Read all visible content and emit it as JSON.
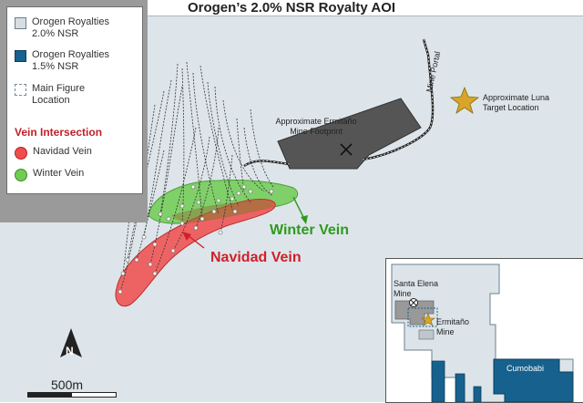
{
  "title": "Orogen’s 2.0% NSR Royalty AOI",
  "legend": {
    "items": [
      {
        "label": "Orogen Royalties 2.0% NSR",
        "icon": "light-grey-square"
      },
      {
        "label": "Orogen Royalties 1.5% NSR",
        "icon": "dark-blue-square"
      },
      {
        "label": "Main Figure Location",
        "icon": "dashed-square"
      }
    ],
    "vein_heading": "Vein Intersection",
    "veins": [
      {
        "label": "Navidad Vein",
        "color": "#f04c4c"
      },
      {
        "label": "Winter Vein",
        "color": "#70cc54"
      }
    ]
  },
  "labels": {
    "mine_footprint": "Approximate Ermitaño Mine Footprint",
    "mine_portal": "Mine Portal",
    "luna_target": "Approximate Luna Target Location",
    "winter_vein": "Winter Vein",
    "navidad_vein": "Navidad Vein",
    "north": "N",
    "scale": "500m"
  },
  "inset": {
    "santa_elena": "Santa Elena Mine",
    "ermitano": "Ermitaño Mine",
    "cumobabi": "Cumobabi"
  },
  "colors": {
    "winter": "#70cc54",
    "navidad": "#f04c4c",
    "winter_label": "#2f9a1e",
    "navidad_label": "#d0202a",
    "royalty_15": "#17618e",
    "luna_star": "#d8a52a"
  }
}
